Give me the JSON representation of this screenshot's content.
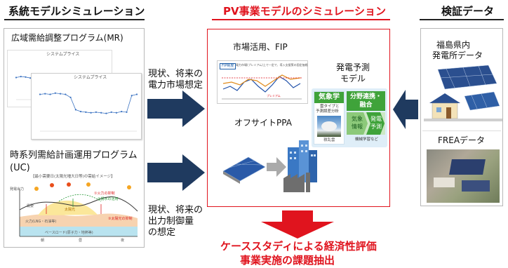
{
  "headers": {
    "left": "系統モデルシミュレーション",
    "center": "PV事業モデルのシミュレーション",
    "right": "検証データ"
  },
  "left_panel": {
    "mr_title": "広域需給調整プログラム(MR)",
    "mr_chart1_title": "システムプライス",
    "mr_chart2_title": "システムプライス",
    "uc_title_line1": "時系列需給計画運用プログラム",
    "uc_title_line2": "(UC)",
    "uc_chart_title": "【最小需要日(太陽光増大日等)の需給イメージ】",
    "uc_labels": {
      "axis": "発電出力",
      "demand": "需要",
      "solar": "太陽光",
      "thermal": "火力(LNG・石油等)",
      "baseload": "ベースロード(原子力・地熱等)",
      "x_morning": "朝",
      "x_noon": "昼",
      "x_night": "夜",
      "curtail": "①火力の抑制",
      "pumped": "②揚水の活用",
      "solar_curtail": "③太陽光の抑制"
    }
  },
  "arrow_labels": {
    "top_line1": "現状、将来の",
    "top_line2": "電力市場想定",
    "bottom_line1": "現状、将来の",
    "bottom_line2": "出力制御量",
    "bottom_line3": "の想定"
  },
  "center_panel": {
    "market_label": "市場活用、FIP",
    "fip_badge": "FIP制度",
    "fip_desc": "電力市場(プレミアム)上で一定で、導入支援策の固定価格",
    "fip_premium": "プレミアム",
    "forecast_line1": "発電予測",
    "forecast_line2": "モデル",
    "meteo_title": "気象学",
    "meteo_sub1": "雲タイプと",
    "meteo_sub2": "予測誤差分析",
    "meteo_caption": "積乱雲",
    "cross_title_line1": "分野連携・",
    "cross_title_line2": "融合",
    "weather_info_line1": "気象",
    "weather_info_line2": "情報",
    "gen_forecast_line1": "発電",
    "gen_forecast_line2": "予測",
    "ml_caption": "機械学習など",
    "ppa_label": "オフサイトPPA"
  },
  "right_panel": {
    "fukushima_line1": "福島県内",
    "fukushima_line2": "発電所データ",
    "frea_label": "FREAデータ"
  },
  "bottom": {
    "result_line1": "ケーススタディによる経済性評価",
    "result_line2": "事業実施の課題抽出"
  },
  "mr_series_1": [
    45,
    47,
    46,
    44,
    45,
    46,
    47,
    45,
    44,
    46,
    47,
    48,
    46,
    45,
    47,
    46,
    44,
    45,
    47,
    46
  ],
  "mr_series_2": [
    60,
    61,
    60,
    62,
    61,
    60,
    55,
    35,
    32,
    31,
    30,
    31,
    30,
    29,
    31,
    30,
    32,
    31,
    58,
    60
  ],
  "colors": {
    "accent_red": "#e0141e",
    "arrow_navy": "#1f3a5f",
    "panel_green": "#3fa33a",
    "panel_blue_bg": "#dfeef8"
  }
}
